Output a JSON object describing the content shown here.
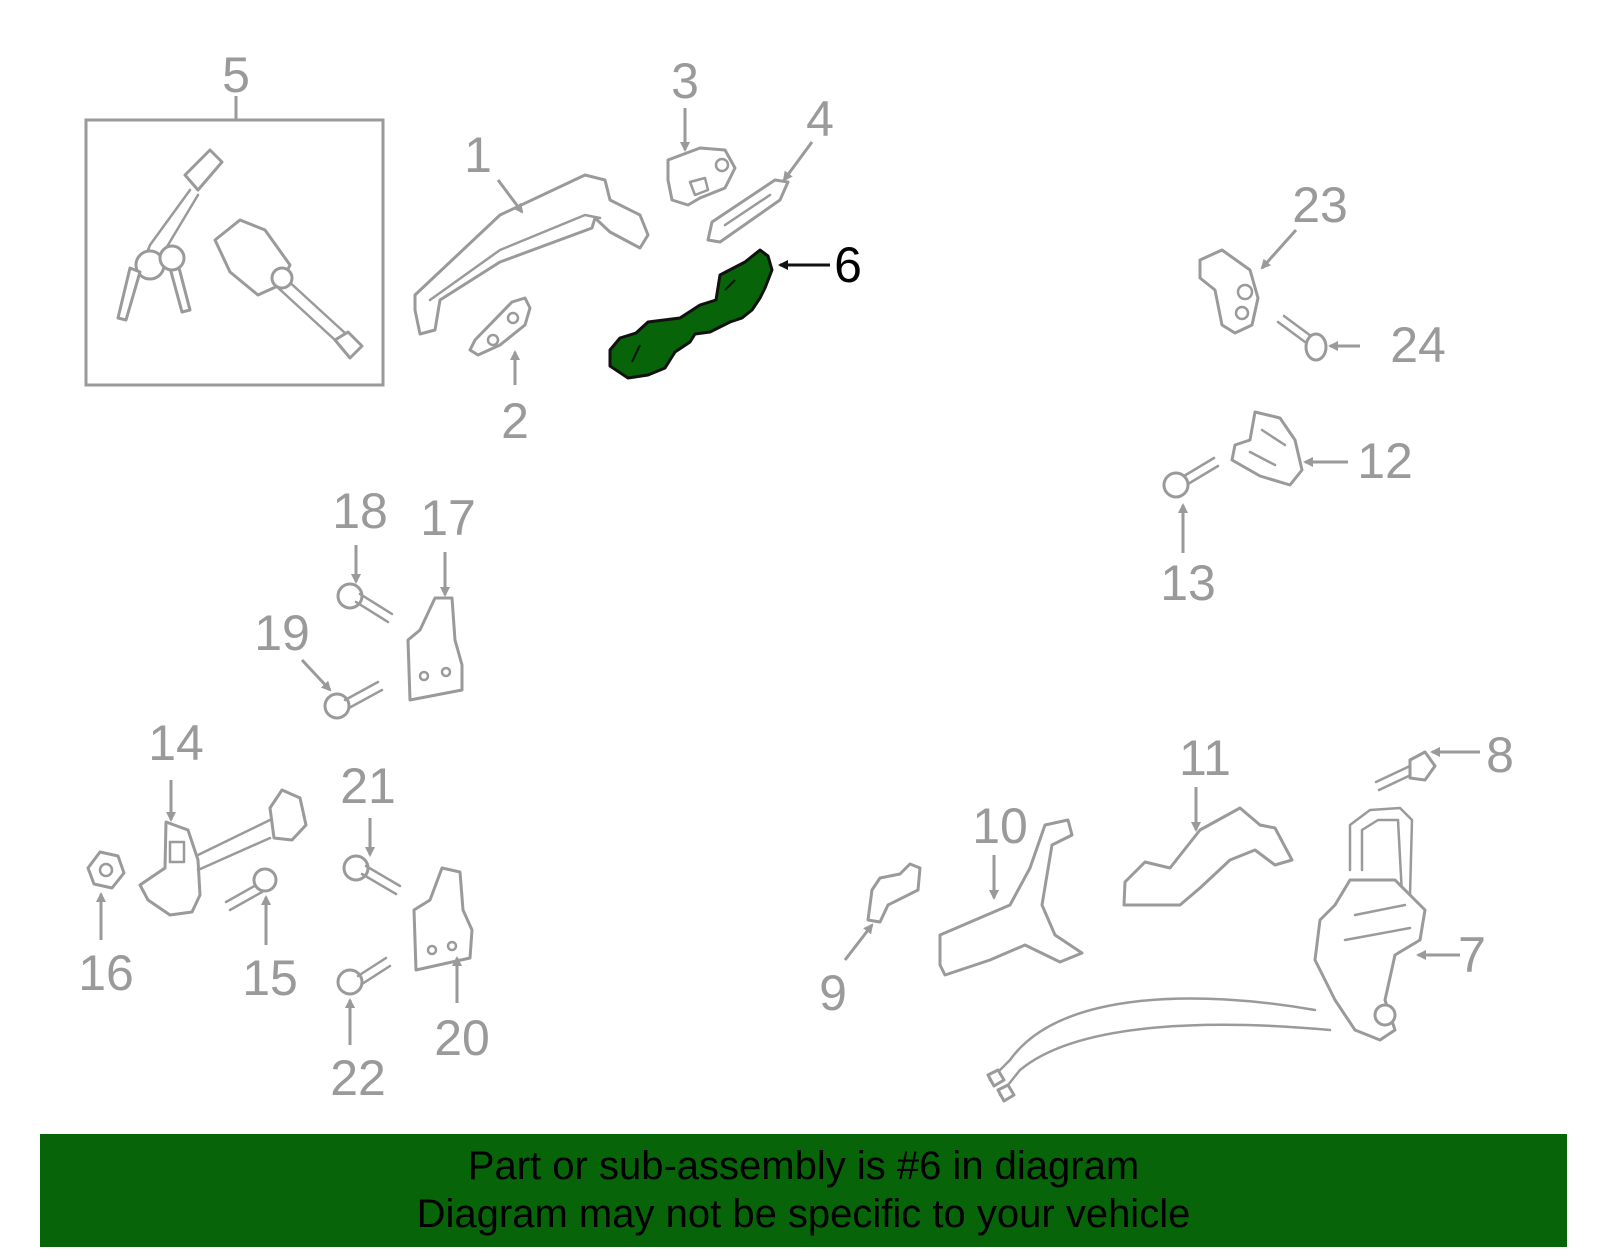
{
  "diagram": {
    "highlight_part": "6",
    "highlight_color": "#086408",
    "part_numbers": [
      "1",
      "2",
      "3",
      "4",
      "5",
      "6",
      "7",
      "8",
      "9",
      "10",
      "11",
      "12",
      "13",
      "14",
      "15",
      "16",
      "17",
      "18",
      "19",
      "20",
      "21",
      "22",
      "23",
      "24"
    ]
  },
  "footer": {
    "line1": "Part or sub-assembly is #6 in diagram",
    "line2": "Diagram may not be specific to your vehicle",
    "background": "#086408"
  }
}
